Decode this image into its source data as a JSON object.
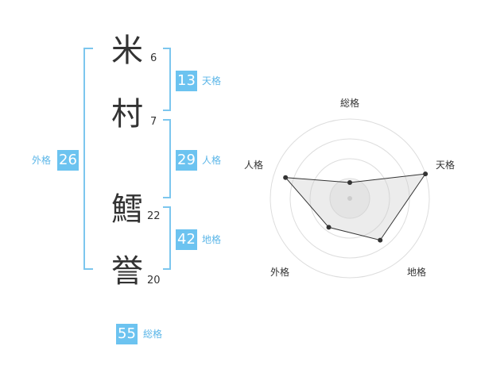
{
  "name_chars": [
    {
      "char": "米",
      "strokes": "6"
    },
    {
      "char": "村",
      "strokes": "7"
    },
    {
      "char": "鱈",
      "strokes": "22"
    },
    {
      "char": "誉",
      "strokes": "20"
    }
  ],
  "kaku": {
    "tenkaku": {
      "value": "13",
      "label": "天格"
    },
    "jinkaku": {
      "value": "29",
      "label": "人格"
    },
    "chikaku": {
      "value": "42",
      "label": "地格"
    },
    "gaikaku": {
      "value": "26",
      "label": "外格"
    },
    "soukaku": {
      "value": "55",
      "label": "総格"
    }
  },
  "colors": {
    "accent": "#6cc3f0",
    "bracket": "#7cc6ee",
    "label": "#5bb6e8"
  },
  "chart_data": {
    "type": "radar",
    "axes": [
      "総格",
      "天格",
      "地格",
      "外格",
      "人格"
    ],
    "values": [
      0.2,
      1.0,
      0.65,
      0.45,
      0.85
    ],
    "rings": 4
  }
}
